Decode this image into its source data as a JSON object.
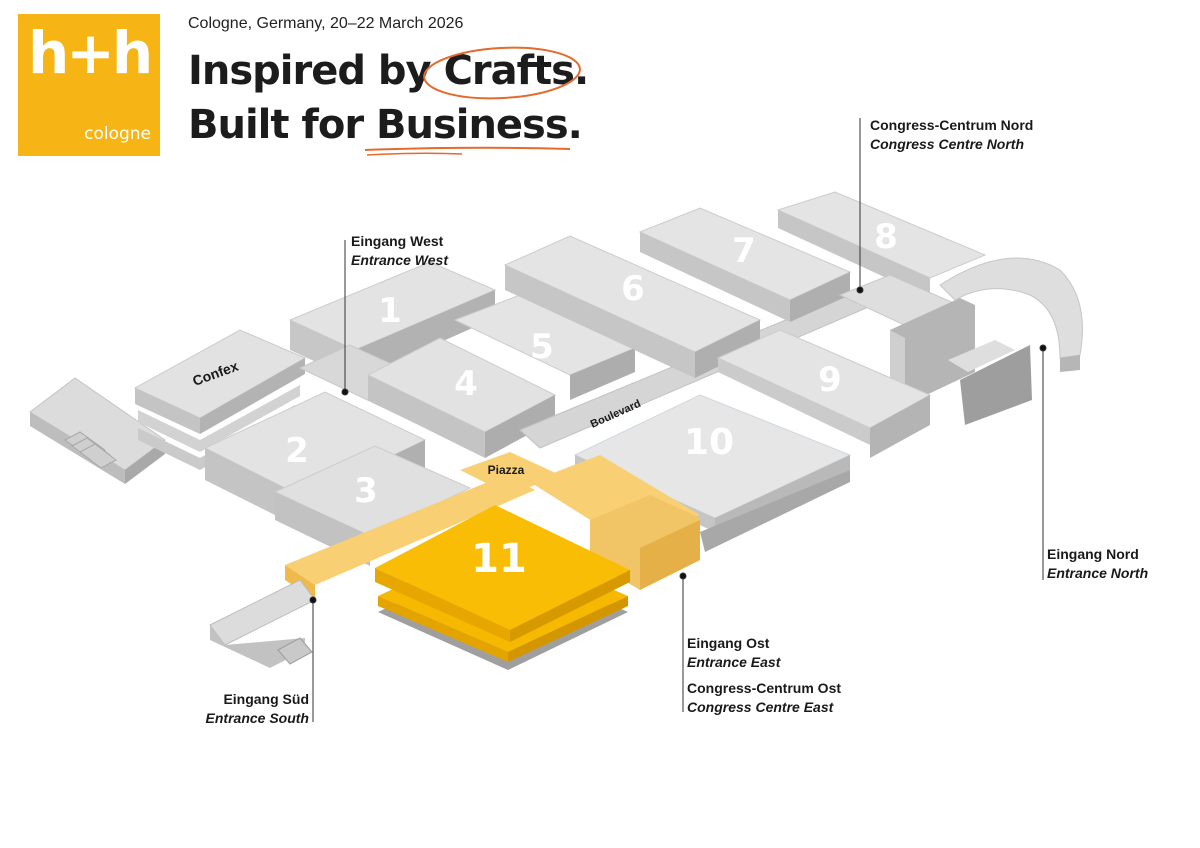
{
  "brand": {
    "logo_mark": "h+h",
    "logo_sub": "cologne"
  },
  "header": {
    "dateline": "Cologne, Germany, 20–22 March 2026",
    "headline_line1_prefix": "Inspired by ",
    "headline_line1_accent": "Crafts.",
    "headline_line2_prefix": "Built for ",
    "headline_line2_accent": "Business."
  },
  "colors": {
    "brand_yellow": "#f7b415",
    "accent_orange": "#e56a2e",
    "hall_grey": "#e0e0e0",
    "hall_highlight": "#f7b800",
    "corridor_highlight": "#f9cf73"
  },
  "map": {
    "halls": [
      "1",
      "2",
      "3",
      "4",
      "5",
      "6",
      "7",
      "8",
      "9",
      "10",
      "11"
    ],
    "areas": {
      "confex": "Confex",
      "piazza": "Piazza",
      "boulevard": "Boulevard"
    },
    "entrances": {
      "west": {
        "de": "Eingang West",
        "en": "Entrance West"
      },
      "south": {
        "de": "Eingang Süd",
        "en": "Entrance South"
      },
      "east": {
        "de": "Eingang Ost",
        "en": "Entrance East"
      },
      "north": {
        "de": "Eingang Nord",
        "en": "Entrance North"
      }
    },
    "congress": {
      "north": {
        "de": "Congress-Centrum Nord",
        "en": "Congress Centre North"
      },
      "east": {
        "de": "Congress-Centrum Ost",
        "en": "Congress Centre East"
      }
    }
  }
}
